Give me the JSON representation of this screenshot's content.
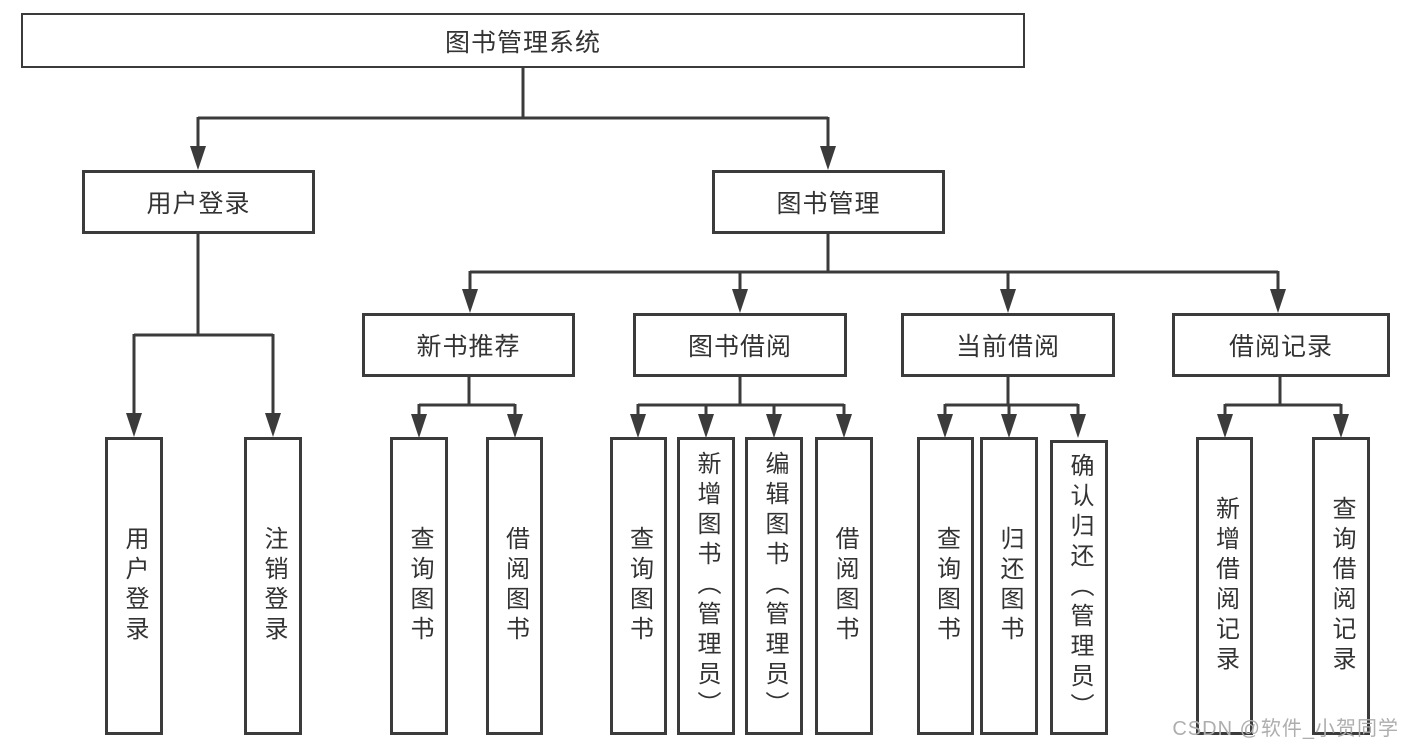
{
  "diagram": {
    "root": {
      "label": "图书管理系统"
    },
    "branches": [
      {
        "label": "用户登录",
        "leaves": [
          "用户登录",
          "注销登录"
        ]
      },
      {
        "label": "图书管理",
        "children": [
          {
            "label": "新书推荐",
            "leaves": [
              "查询图书",
              "借阅图书"
            ]
          },
          {
            "label": "图书借阅",
            "leaves": [
              "查询图书",
              "新增图书（管理员）",
              "编辑图书（管理员）",
              "借阅图书"
            ]
          },
          {
            "label": "当前借阅",
            "leaves": [
              "查询图书",
              "归还图书",
              "确认归还（管理员）"
            ]
          },
          {
            "label": "借阅记录",
            "leaves": [
              "新增借阅记录",
              "查询借阅记录"
            ]
          }
        ]
      }
    ]
  },
  "watermark": "CSDN @软件_小贺同学",
  "colors": {
    "line": "#3b3b3b",
    "text": "#333333",
    "watermark": "#aeaeae",
    "background": "#ffffff"
  }
}
